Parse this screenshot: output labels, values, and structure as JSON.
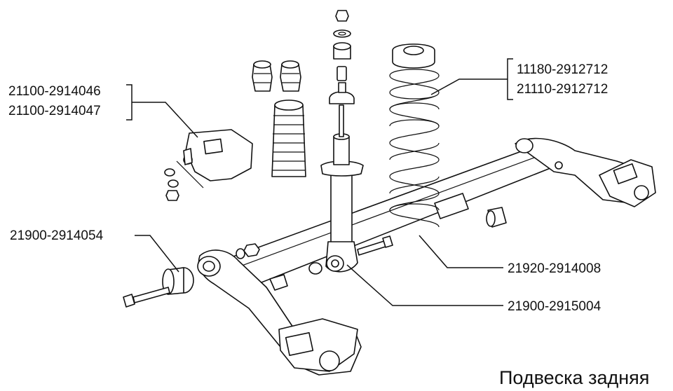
{
  "diagram": {
    "title": "Подвеска задняя",
    "callouts": {
      "bracket_left_a": "21100-2914046",
      "bracket_left_b": "21100-2914047",
      "spring_a": "11180-2912712",
      "spring_b": "21110-2912712",
      "bushing": "21900-2914054",
      "beam": "21920-2914008",
      "shock": "21900-2915004"
    }
  },
  "colors": {
    "ink": "#111111",
    "background": "#ffffff"
  }
}
